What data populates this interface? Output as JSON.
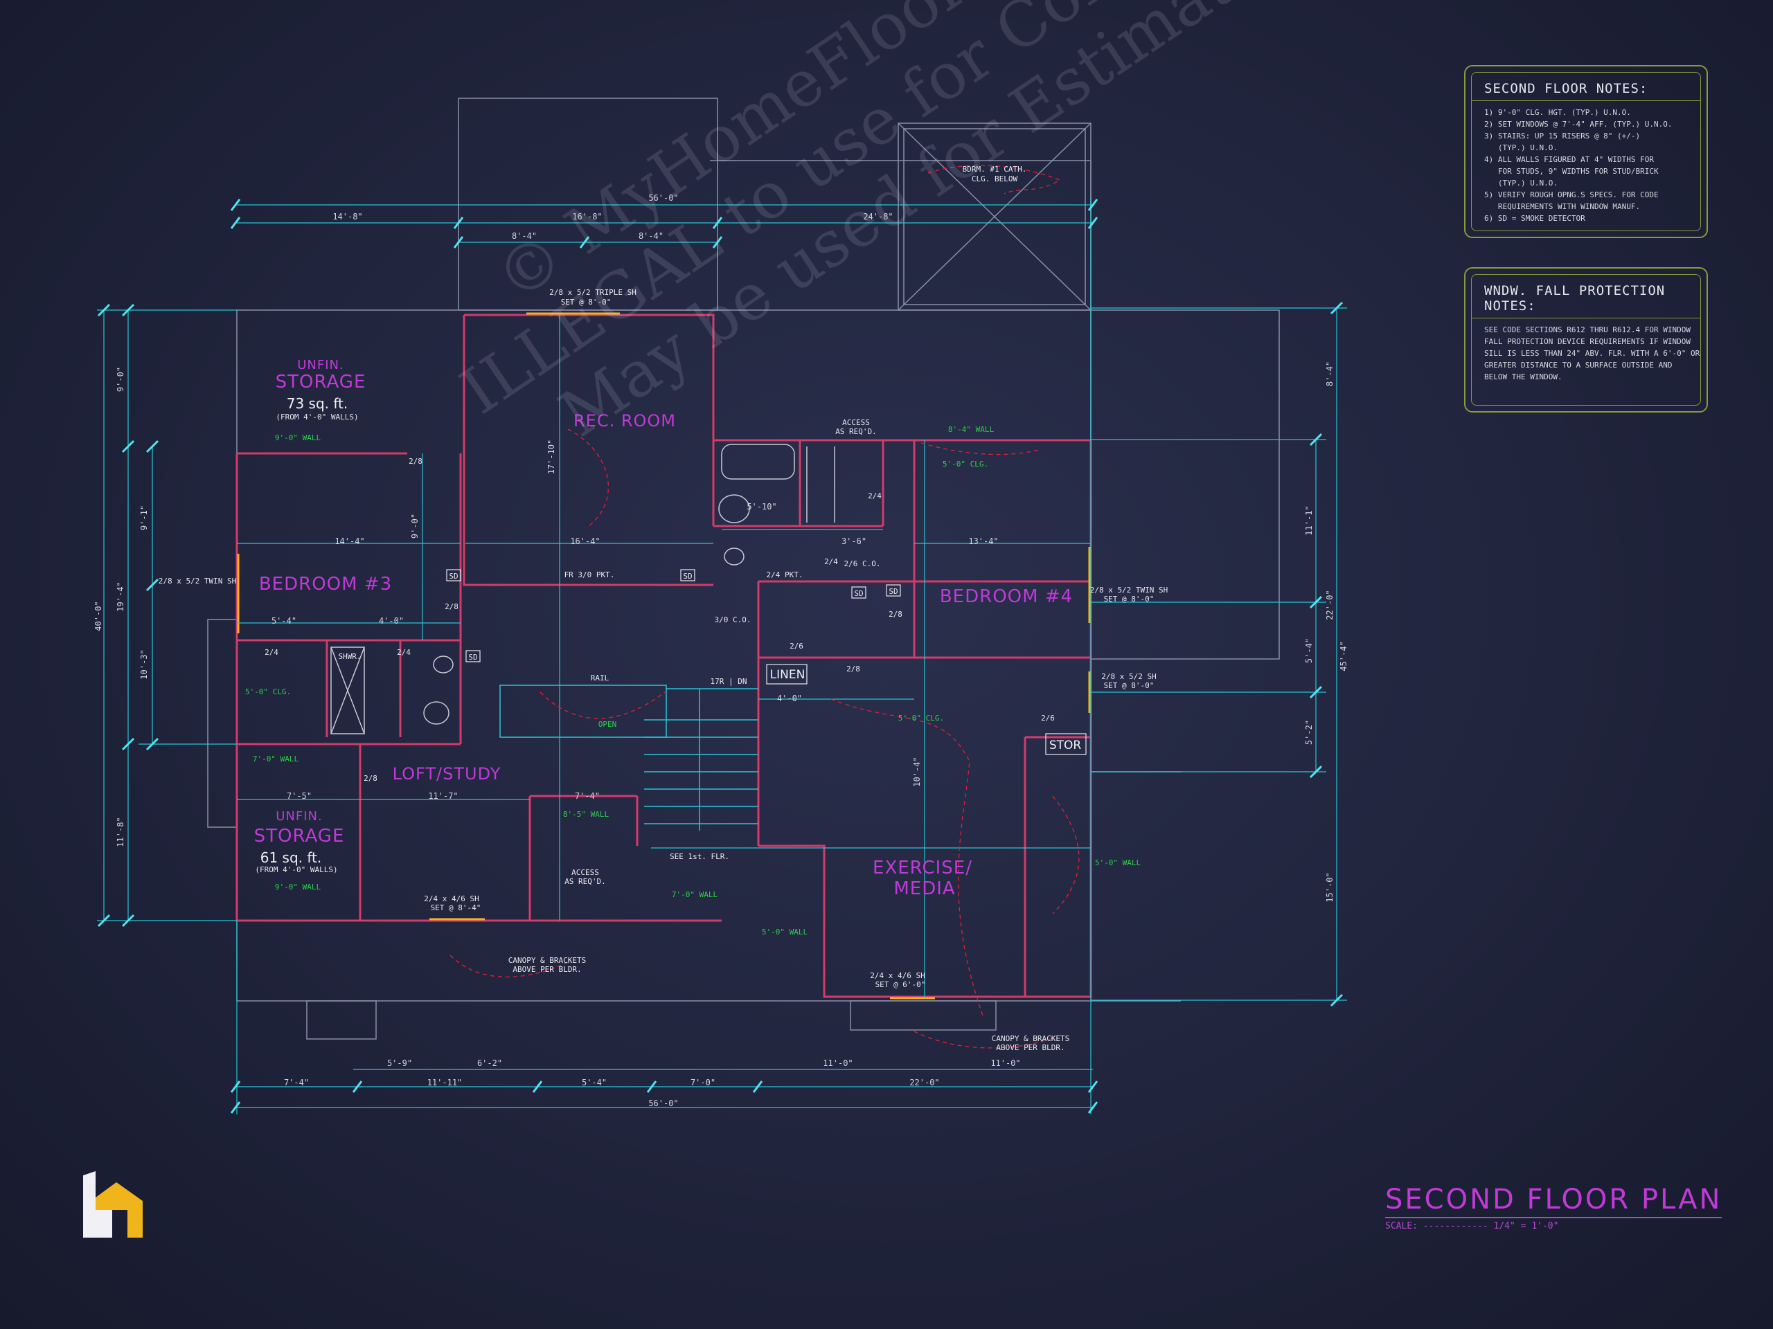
{
  "sheet_title": "SECOND FLOOR PLAN",
  "scale": "SCALE: ------------ 1/4\" = 1'-0\"",
  "watermark": {
    "line1": "© MyHomeFloorPlans.com",
    "line2": "ILLEGAL to use for Construction",
    "line3": "May be used for Estimations"
  },
  "rooms": {
    "rec_room": "REC. ROOM",
    "bedroom3": "BEDROOM #3",
    "bedroom4": "BEDROOM #4",
    "loft": "LOFT/STUDY",
    "exercise1": "EXERCISE/",
    "exercise2": "MEDIA",
    "unfin_storage_top_a": "UNFIN.",
    "unfin_storage_top_b": "STORAGE",
    "unfin_storage_top_sqft": "73 sq. ft.",
    "unfin_storage_top_note": "(FROM 4'-0\" WALLS)",
    "unfin_storage_bot_a": "UNFIN.",
    "unfin_storage_bot_b": "STORAGE",
    "unfin_storage_bot_sqft": "61 sq. ft.",
    "unfin_storage_bot_note": "(FROM 4'-0\" WALLS)",
    "linen": "LINEN",
    "stor": "STOR"
  },
  "labels": {
    "bdrm_cath": "BDRM. #1 CATH.",
    "clg_below": "CLG. BELOW",
    "win_rec": "2/8 x 5/2 TRIPLE SH",
    "win_rec_set": "SET @ 8'-0\"",
    "access1": "ACCESS",
    "access1b": "AS REQ'D.",
    "access2": "ACCESS",
    "access2b": "AS REQ'D.",
    "win_b3": "2/8 x 5/2 TWIN SH",
    "win_b4": "2/8 x 5/2 TWIN SH",
    "win_b4_set": "SET @ 8'-0\"",
    "win_sh": "2/8 x 5/2 SH",
    "win_sh_set": "SET @ 8'-0\"",
    "win_loft": "2/4 x 4/6 SH",
    "win_loft_set": "SET @ 8'-4\"",
    "win_ex": "2/4 x 4/6 SH",
    "win_ex_set": "SET @ 6'-0\"",
    "canopy1": "CANOPY & BRACKETS",
    "canopy1b": "ABOVE PER BLDR.",
    "canopy2": "CANOPY & BRACKETS",
    "canopy2b": "ABOVE PER BLDR.",
    "fr_pkt": "FR 3/0 PKT.",
    "pkt24": "2/4 PKT.",
    "co30": "3/0 C.O.",
    "co26": "2/6 C.O.",
    "rail": "RAIL",
    "open": "OPEN",
    "dn": "17R | DN",
    "see_flr": "SEE 1st. FLR.",
    "shwr": "SHWR.",
    "sd": "SD",
    "d28": "2/8",
    "d24": "2/4",
    "d26": "2/6"
  },
  "green_labels": {
    "wall9_top": "9'-0\" WALL",
    "clg5_b3": "5'-0\" CLG.",
    "wall7": "7'-0\" WALL",
    "wall9_bot": "9'-0\" WALL",
    "wall8_5": "8'-5\" WALL",
    "wall7b": "7'-0\" WALL",
    "wall5": "5'-0\" WALL",
    "wall8_4": "8'-4\" WALL",
    "clg5_top": "5'-0\" CLG.",
    "clg5_mid": "5'-0\" CLG.",
    "wall5_right": "5'-0\" WALL"
  },
  "dimensions": {
    "overall_top": "56'-0\"",
    "top_a": "14'-8\"",
    "top_b": "16'-8\"",
    "top_c": "24'-8\"",
    "top_d": "8'-4\"",
    "top_e": "8'-4\"",
    "overall_bottom": "56'-0\"",
    "bot_a": "7'-4\"",
    "bot_b": "11'-11\"",
    "bot_c": "5'-4\"",
    "bot_d": "7'-0\"",
    "bot_e": "22'-0\"",
    "bot_f": "5'-9\"",
    "bot_g": "6'-2\"",
    "bot_h": "11'-0\"",
    "bot_i": "11'-0\"",
    "left_overall": "40'-0\"",
    "left_a": "9'-0\"",
    "left_b": "19'-4\"",
    "left_c": "11'-8\"",
    "left_d": "9'-1\"",
    "left_e": "10'-3\"",
    "right_overall": "45'-4\"",
    "right_a": "8'-4\"",
    "right_b": "22'-0\"",
    "right_c": "15'-0\"",
    "right_d": "11'-1\"",
    "right_e": "5'-4\"",
    "right_f": "5'-2\"",
    "int_1": "14'-4\"",
    "int_2": "16'-4\"",
    "int_3": "13'-4\"",
    "int_4": "5'-4\"",
    "int_5": "4'-0\"",
    "int_6": "5'-10\"",
    "int_7": "3'-6\"",
    "int_8": "11'-7\"",
    "int_9": "7'-5\"",
    "int_10": "7'-4\"",
    "int_11": "4'-0\"",
    "int_12": "17'-10\"",
    "int_13": "9'-0\"",
    "int_14": "10'-4\""
  },
  "notes1": {
    "title": "SECOND FLOOR NOTES:",
    "lines": [
      "1) 9'-0\" CLG. HGT. (TYP.) U.N.O.",
      "2) SET WINDOWS @ 7'-4\" AFF. (TYP.) U.N.O.",
      "3) STAIRS: UP 15 RISERS @ 8\" (+/-)",
      "   (TYP.) U.N.O.",
      "4) ALL WALLS FIGURED AT 4\" WIDTHS FOR",
      "   FOR STUDS, 9\" WIDTHS FOR STUD/BRICK",
      "   (TYP.) U.N.O.",
      "5) VERIFY ROUGH OPNG.S SPECS. FOR CODE",
      "   REQUIREMENTS WITH WINDOW MANUF.",
      "6) SD = SMOKE DETECTOR"
    ]
  },
  "notes2": {
    "title": "WNDW. FALL PROTECTION NOTES:",
    "lines": [
      "SEE CODE SECTIONS R612 THRU R612.4 FOR WINDOW",
      "FALL PROTECTION DEVICE REQUIREMENTS IF WINDOW",
      "SILL IS LESS THAN 24\" ABV. FLR. WITH A 6'-0\" OR",
      "GREATER DISTANCE TO A SURFACE OUTSIDE AND",
      "BELOW THE WINDOW."
    ]
  },
  "colors": {
    "wall": "#d43a6a",
    "dim": "#28c4d6",
    "outline": "#8a8fa8",
    "room": "#c03ad6",
    "green": "#2fd04a",
    "logo": "#f1b51c"
  }
}
